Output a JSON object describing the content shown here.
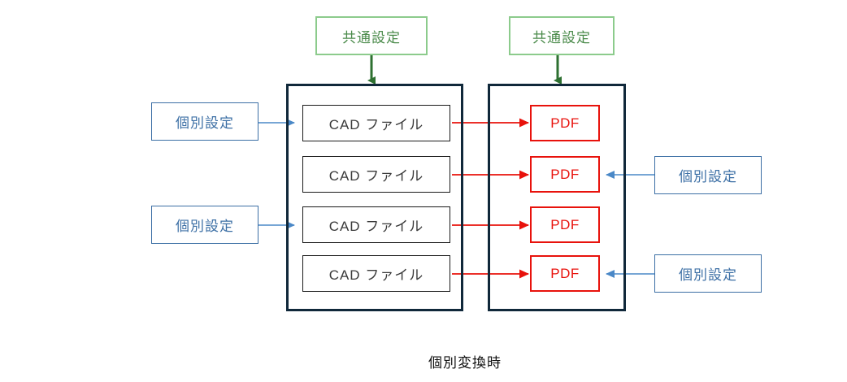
{
  "diagram": {
    "caption": "個別変換時",
    "colors": {
      "green_border": "#8CCB8C",
      "green_text": "#4B8B4B",
      "green_arrow": "#2E7031",
      "blue_border": "#3C6FA5",
      "blue_text": "#3C6FA5",
      "blue_arrow": "#4A88C7",
      "red": "#E8120C",
      "container_border": "#10283A",
      "cad_text": "#3a3a3a"
    },
    "common_settings": [
      {
        "label": "共通設定",
        "target": "cad-container"
      },
      {
        "label": "共通設定",
        "target": "pdf-container"
      }
    ],
    "individual_settings_left": [
      {
        "label": "個別設定",
        "target_row": 1
      },
      {
        "label": "個別設定",
        "target_row": 3
      }
    ],
    "individual_settings_right": [
      {
        "label": "個別設定",
        "target_row": 2
      },
      {
        "label": "個別設定",
        "target_row": 4
      }
    ],
    "cad_container": {
      "items": [
        {
          "label": "CAD ファイル"
        },
        {
          "label": "CAD ファイル"
        },
        {
          "label": "CAD ファイル"
        },
        {
          "label": "CAD ファイル"
        }
      ]
    },
    "pdf_container": {
      "items": [
        {
          "label": "PDF"
        },
        {
          "label": "PDF"
        },
        {
          "label": "PDF"
        },
        {
          "label": "PDF"
        }
      ]
    }
  }
}
